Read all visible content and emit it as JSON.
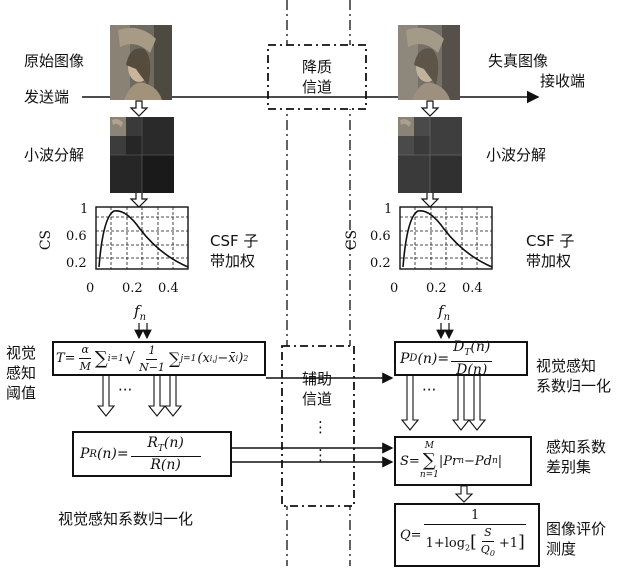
{
  "labels": {
    "original_image": "原始图像",
    "distorted_image": "失真图像",
    "sender": "发送端",
    "receiver": "接收端",
    "degraded_channel": [
      "降质",
      "信道"
    ],
    "wavelet_decomp": "小波分解",
    "csf_weighting": [
      "CSF 子",
      "带加权"
    ],
    "visual_threshold": [
      "视觉",
      "感知",
      "阈值"
    ],
    "aux_channel": [
      "辅助",
      "信道"
    ],
    "visual_norm_right": [
      "视觉感知",
      "系数归一化"
    ],
    "visual_norm_bottom": "视觉感知系数归一化",
    "diff_set": [
      "感知系数",
      "差别集"
    ],
    "quality_eval": [
      "图像评价",
      "测度"
    ],
    "dots": "···",
    "vdots": "⋮"
  },
  "csf_plot": {
    "ylabel": "CS",
    "xlabel": "f_n",
    "y_ticks": [
      "1",
      "0.6",
      "0.2"
    ],
    "x_ticks": [
      "0",
      "0.2",
      "0.4"
    ]
  },
  "equations": {
    "threshold": "T = α/M Σ(i=1..M) √( 1/(N−1) Σ(j=1..N) (x_ij − x̄_i)² )",
    "pd": "P_D(n) = D_T(n) / D(n)",
    "pr": "P_R(n) = R_T(n) / R(n)",
    "s": "S = Σ(n=1..M) |Pr_n − Pd_n|",
    "q": "Q = 1 / (1 + log2(S/Q0 + 1))"
  }
}
